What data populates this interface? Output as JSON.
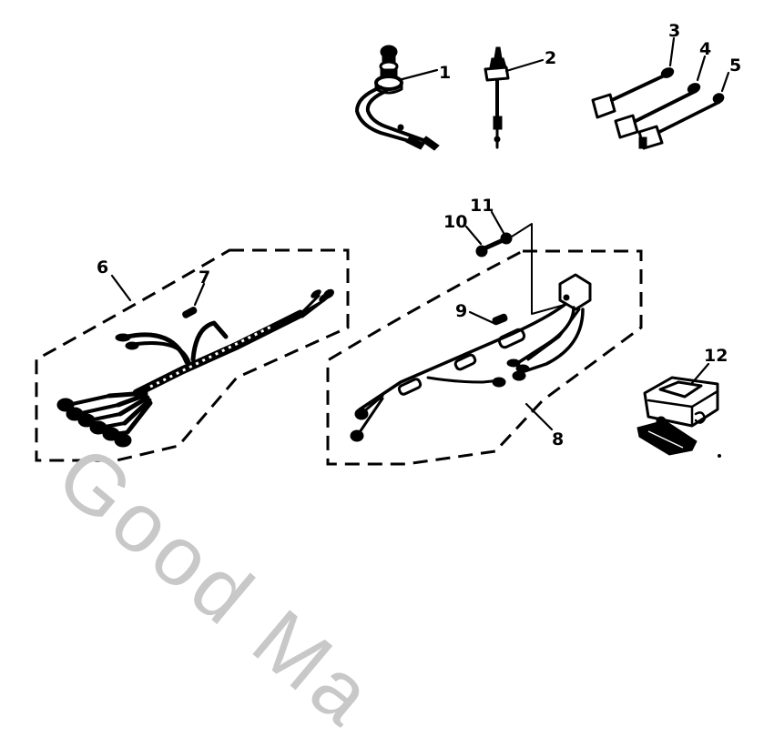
{
  "diagram": {
    "type": "exploded-parts-view",
    "subject": "electrical parts / wire harness",
    "callouts": [
      {
        "id": 1,
        "label": "1",
        "part": "switch with lead wires"
      },
      {
        "id": 2,
        "label": "2",
        "part": "sensor / switch unit"
      },
      {
        "id": 3,
        "label": "3",
        "part": "lead wire with connector"
      },
      {
        "id": 4,
        "label": "4",
        "part": "lead wire with connector"
      },
      {
        "id": 5,
        "label": "5",
        "part": "lead wire with connector"
      },
      {
        "id": 6,
        "label": "6",
        "part": "wire harness assembly"
      },
      {
        "id": 7,
        "label": "7",
        "part": "fuse / small sleeve"
      },
      {
        "id": 8,
        "label": "8",
        "part": "wire lead assembly with relay"
      },
      {
        "id": 9,
        "label": "9",
        "part": "fuse / small sleeve"
      },
      {
        "id": 10,
        "label": "10",
        "part": "bolt"
      },
      {
        "id": 11,
        "label": "11",
        "part": "washer"
      },
      {
        "id": 12,
        "label": "12",
        "part": "rectifier / regulator unit"
      }
    ],
    "groups": [
      {
        "name": "group-6",
        "members": [
          "6",
          "7"
        ],
        "border": "dashed"
      },
      {
        "name": "group-8",
        "members": [
          "8",
          "9"
        ],
        "border": "dashed"
      }
    ]
  },
  "watermark": {
    "text": "Good Ma",
    "color": "#c8c8c8"
  },
  "colors": {
    "ink": "#000000",
    "background": "#ffffff",
    "watermark": "#c8c8c8"
  }
}
